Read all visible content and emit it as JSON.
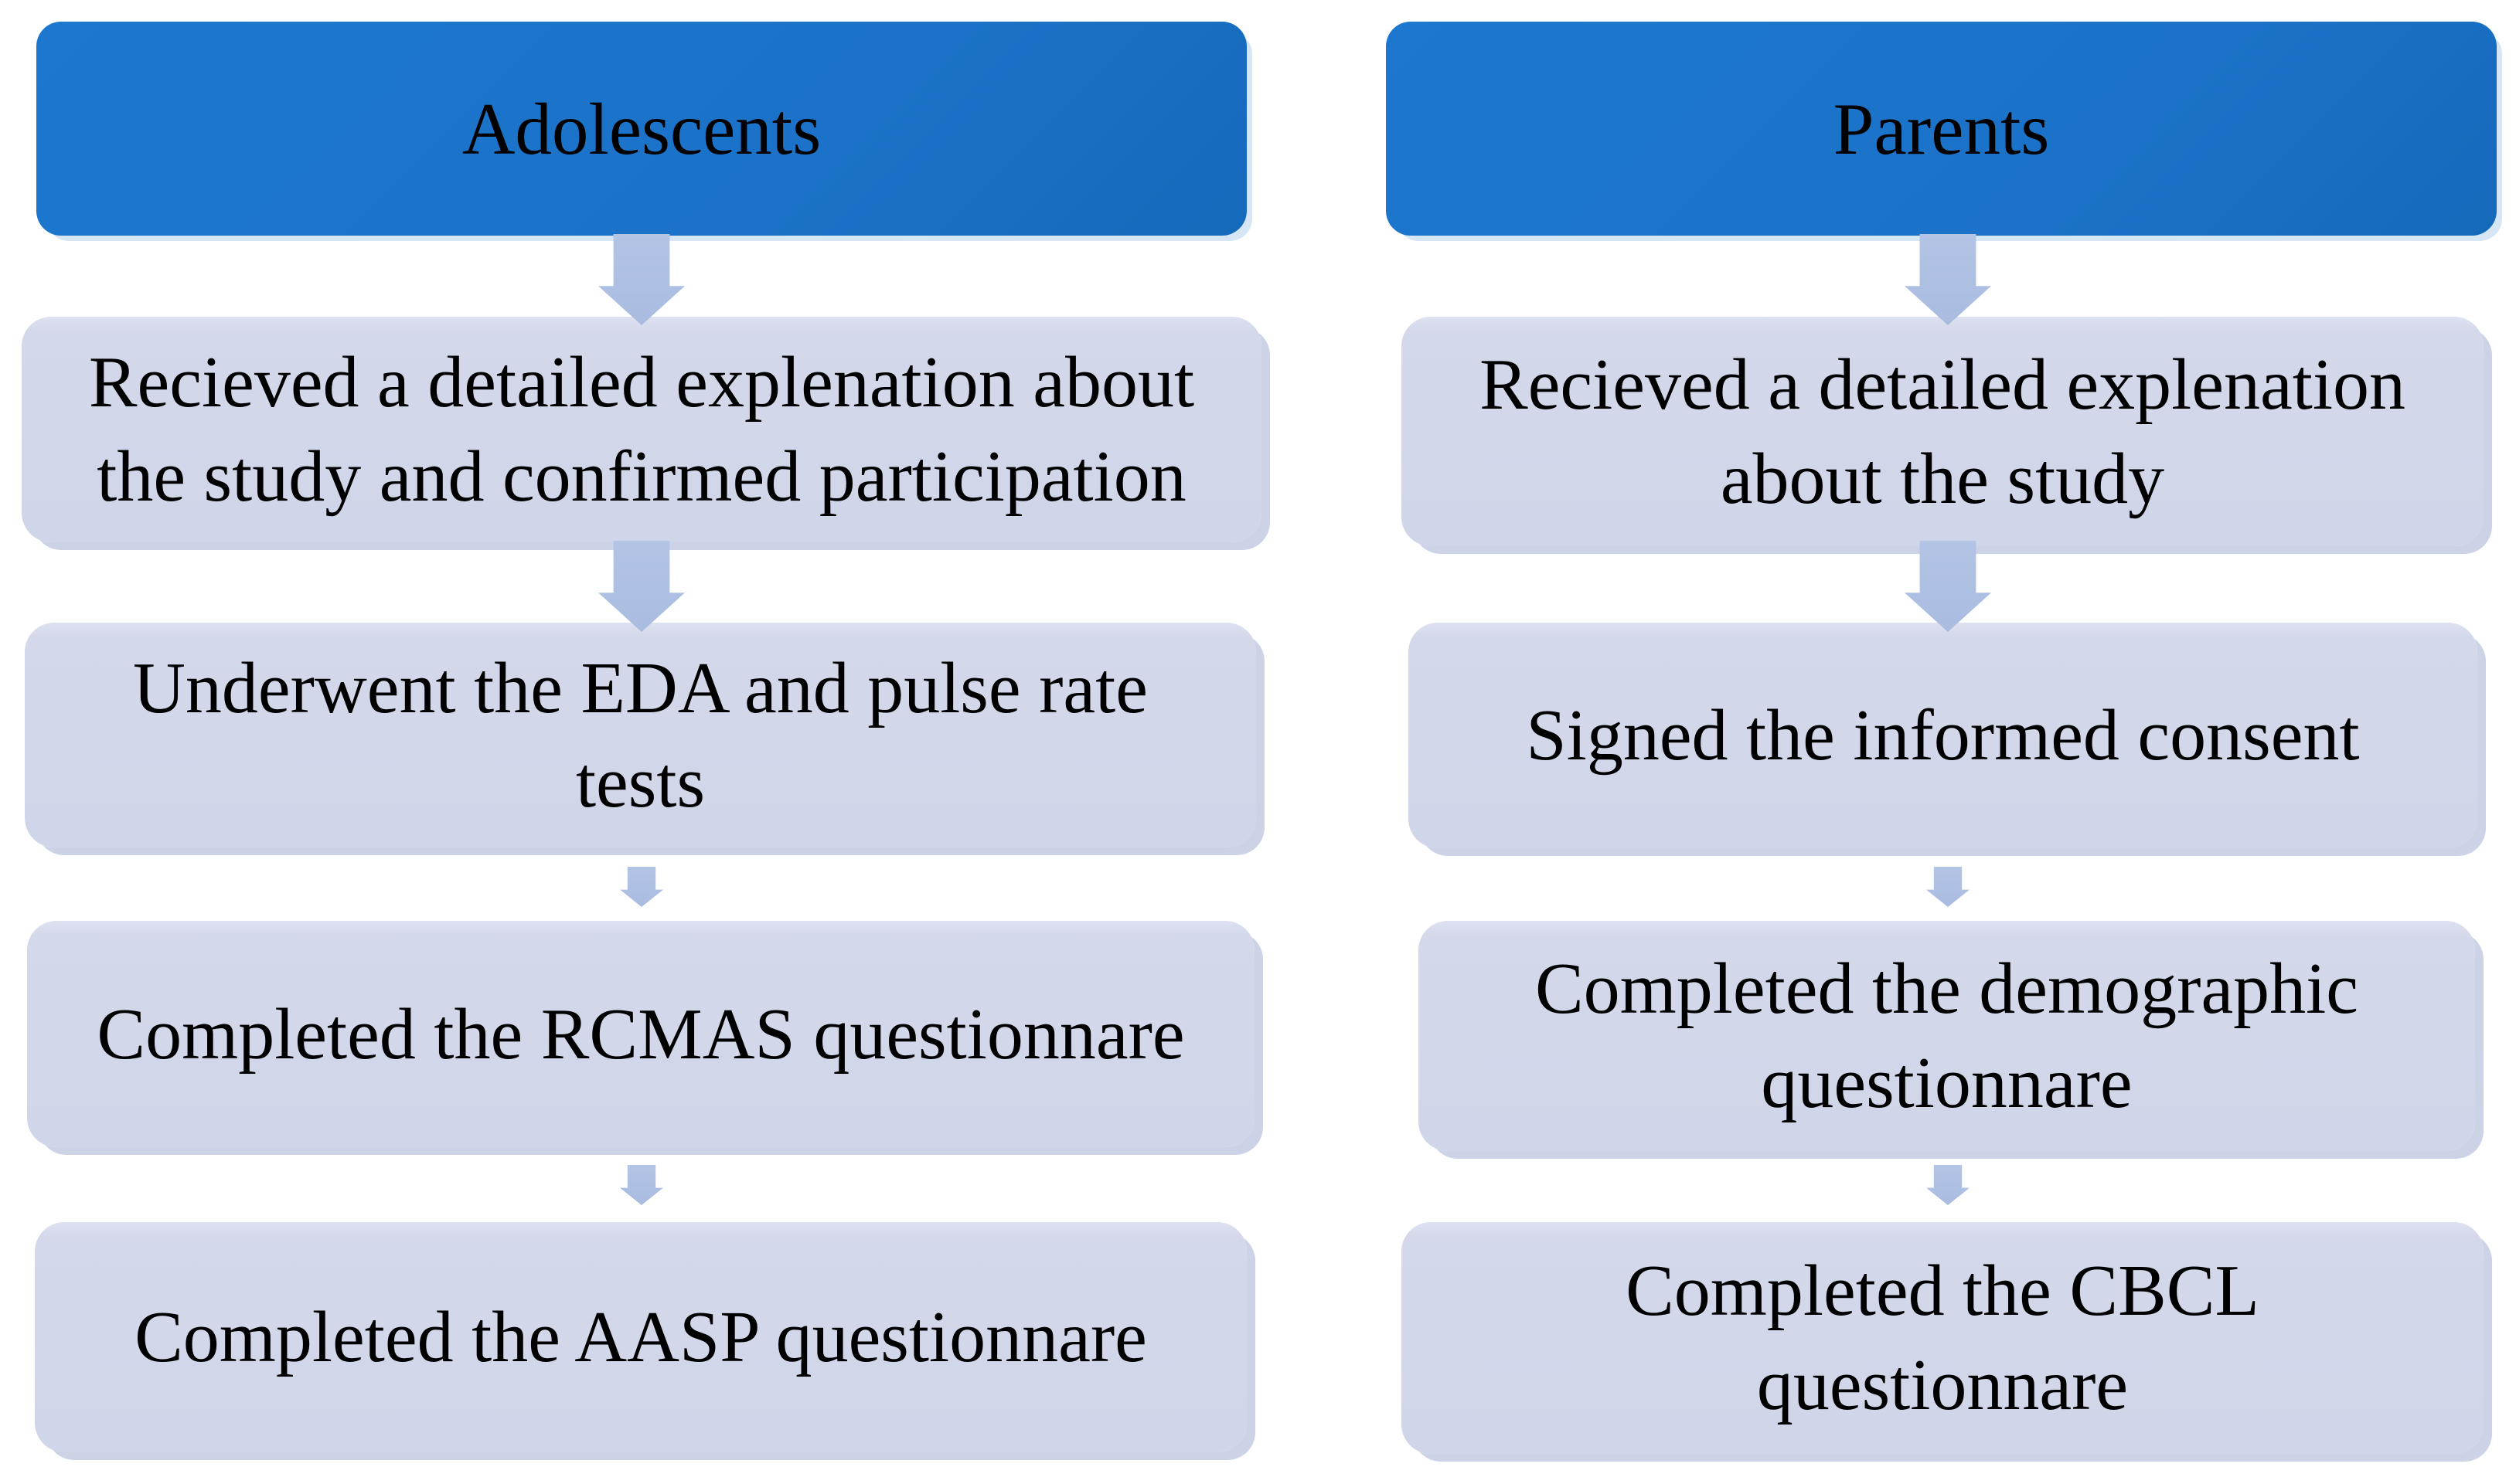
{
  "figure": {
    "type": "flowchart",
    "background": "#ffffff",
    "colors": {
      "header_fill": "#1b72c8",
      "step_fill": "#d2d8ea",
      "step_shadow": "#ccd3e6",
      "arrow_fill": "#aabde1",
      "text": "#000000"
    }
  },
  "columns": [
    {
      "id": "adolescents",
      "header": "Adolescents",
      "steps": [
        {
          "lines": [
            "Recieved a detailed explenation about",
            "the study and confirmed participation"
          ]
        },
        {
          "lines": [
            "Underwent the EDA and pulse rate",
            "tests"
          ]
        },
        {
          "lines": [
            "Completed the RCMAS questionnare"
          ]
        },
        {
          "lines": [
            "Completed the AASP questionnare"
          ]
        }
      ]
    },
    {
      "id": "parents",
      "header": "Parents",
      "steps": [
        {
          "lines": [
            "Recieved a detailed explenation",
            "about the study"
          ]
        },
        {
          "lines": [
            "Signed the informed consent"
          ]
        },
        {
          "lines": [
            "Completed the demographic",
            "questionnare"
          ]
        },
        {
          "lines": [
            "Completed the CBCL",
            "questionnare"
          ]
        }
      ]
    }
  ]
}
